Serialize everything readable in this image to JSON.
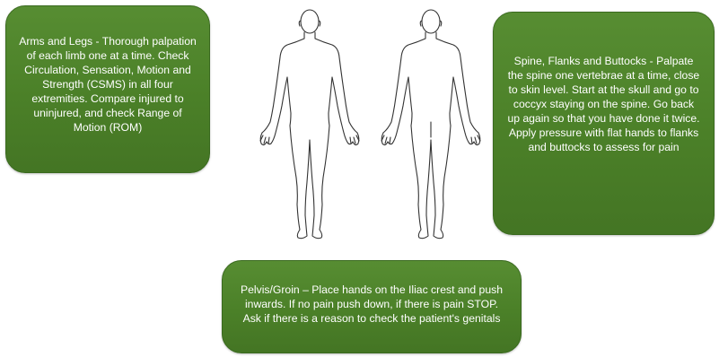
{
  "boxes": {
    "arms_legs": "Arms and Legs - Thorough palpation of each limb one at a time. Check Circulation, Sensation, Motion and Strength (CSMS) in all four extremities. Compare injured to uninjured, and check Range of Motion (ROM)",
    "spine": "Spine, Flanks and Buttocks - Palpate the spine one vertebrae at a time, close to skin level. Start at the skull and go to coccyx staying on the spine. Go back up again so that you have done it twice. Apply pressure with flat hands to flanks and buttocks to assess for pain",
    "pelvis": "Pelvis/Groin – Place hands on the Iliac crest and push inwards. If no pain push down, if there is pain STOP. Ask if there is a reason to check the patient's genitals"
  },
  "colors": {
    "box_fill": "#4b8028",
    "box_border": "#3a6a1f",
    "box_text": "#ffffff",
    "figure_outline": "#333333"
  },
  "icons": {
    "front": "body-outline-front-icon",
    "back": "body-outline-back-icon"
  }
}
